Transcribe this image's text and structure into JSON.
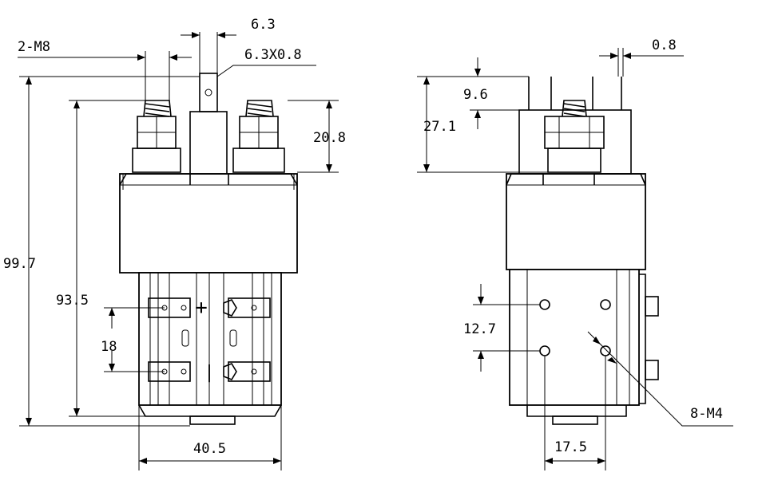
{
  "dimensions": {
    "tab_width": "6.3",
    "thread_main": "2-M8",
    "tab_size": "6.3X0.8",
    "terminal_height": "20.8",
    "overall_height": "99.7",
    "body_height": "93.5",
    "coil_pin_pitch": "18",
    "base_width": "40.5",
    "pin_thickness": "0.8",
    "pin_length": "9.6",
    "side_height": "27.1",
    "mount_pitch_v": "12.7",
    "mount_pitch_h": "17.5",
    "thread_mount": "8-M4"
  },
  "markings": {
    "plus": "+",
    "minus": "|"
  }
}
